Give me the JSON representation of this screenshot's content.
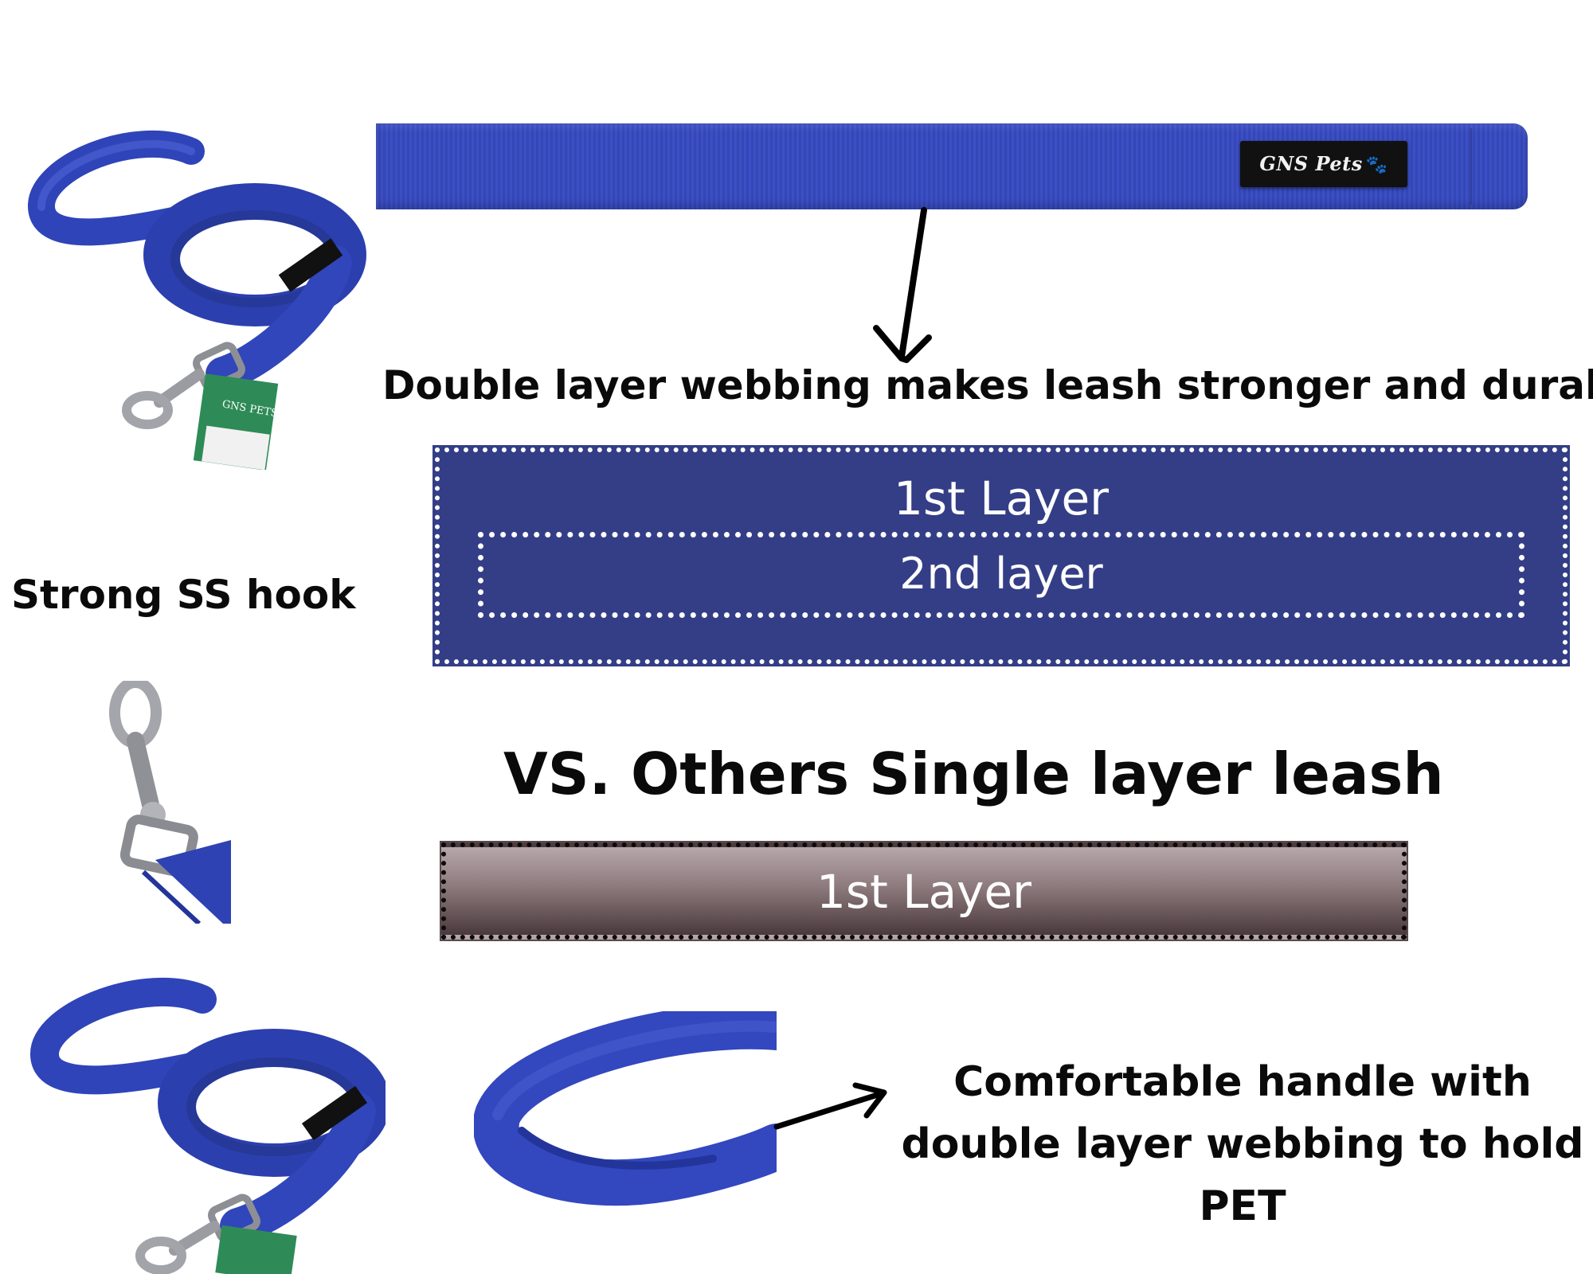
{
  "brand": {
    "tag_text": "GNS Pets",
    "paw_glyph": "🐾",
    "hang_tag_text": "GNS PETS"
  },
  "captions": {
    "double_layer_headline": "Double layer webbing  makes leash stronger and durable",
    "hook": "Strong  SS hook",
    "vs_heading": "VS. Others Single layer leash",
    "handle": "Comfortable handle with double layer webbing to hold PET"
  },
  "double_layer_diagram": {
    "outer_label": "1st Layer",
    "inner_label": "2nd layer"
  },
  "single_layer_diagram": {
    "label": "1st Layer"
  },
  "colors": {
    "webbing_blue": "#3447b6",
    "diagram_navy": "#343e86",
    "single_layer_top": "#b7a7aa",
    "single_layer_bottom": "#4a393c",
    "tag_green": "#2e8b57"
  }
}
